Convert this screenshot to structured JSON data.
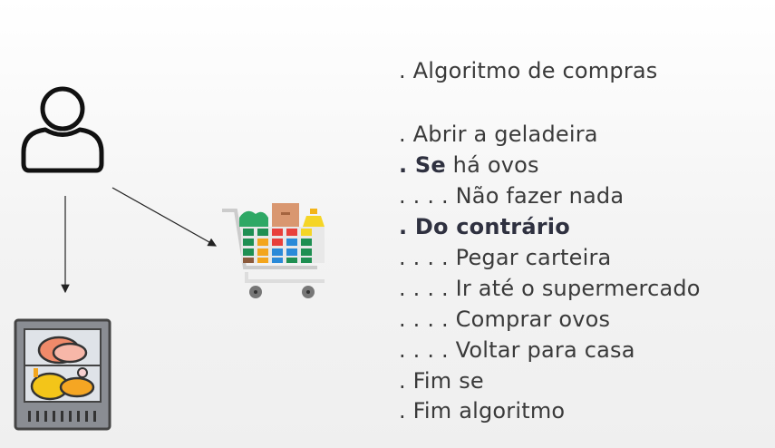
{
  "algorithm": {
    "lines": [
      {
        "text": ". Algoritmo de compras",
        "bold": false
      },
      {
        "text": ". Abrir a geladeira",
        "bold": false
      },
      {
        "text": ". Se há ovos",
        "bold": false,
        "bold_part": ". Se",
        "rest": " há ovos"
      },
      {
        "text": ". . . . Não fazer nada",
        "bold": false
      },
      {
        "text": ". Do contrário",
        "bold": true
      },
      {
        "text": ". . . . Pegar carteira",
        "bold": false
      },
      {
        "text": ". . . . Ir até o supermercado",
        "bold": false
      },
      {
        "text": ". . . . Comprar ovos",
        "bold": false
      },
      {
        "text": ". . . . Voltar para casa",
        "bold": false
      },
      {
        "text": ". Fim se",
        "bold": false
      },
      {
        "text": ". Fim algoritmo",
        "bold": false
      }
    ]
  },
  "icons": [
    "person-icon",
    "shopping-cart-icon",
    "fridge-icon"
  ]
}
